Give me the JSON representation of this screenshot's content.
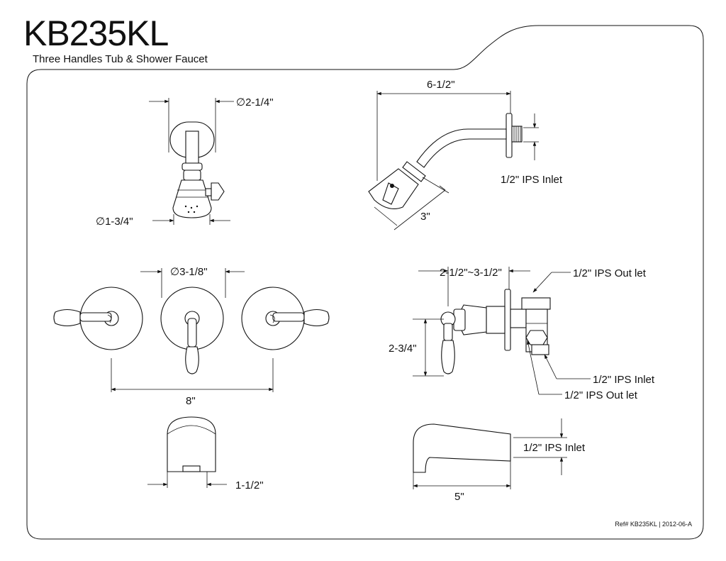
{
  "header": {
    "model": "KB235KL",
    "subtitle": "Three Handles Tub & Shower Faucet"
  },
  "footer": {
    "ref": "Ref# KB235KL | 2012-06-A"
  },
  "dimensions": {
    "flange_dia": "∅2-1/4\"",
    "head_dia": "∅1-3/4\"",
    "arm_length": "6-1/2\"",
    "arm_inlet": "1/2\" IPS Inlet",
    "head_drop": "3\"",
    "handle_dia": "∅3-1/8\"",
    "handle_spread": "8\"",
    "depth_range": "2-1/2\"~3-1/2\"",
    "outlet_top": "1/2\" IPS Out let",
    "valve_height": "2-3/4\"",
    "valve_inlet": "1/2\" IPS Inlet",
    "outlet_bottom": "1/2\" IPS Out let",
    "spout_dia": "1-1/2\"",
    "spout_inlet": "1/2\" IPS Inlet",
    "spout_length": "5\""
  }
}
